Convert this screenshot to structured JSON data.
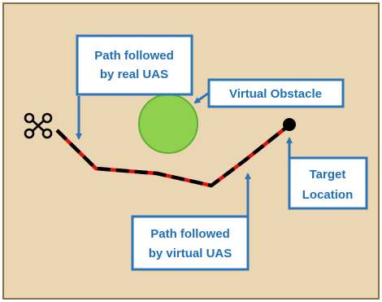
{
  "diagram": {
    "background_color": "#ead6b2",
    "border_color": "#8a6e45",
    "callout_fill": "#ffffff",
    "callout_border": "#2e75b6",
    "callout_text_color": "#1f6fb5",
    "obstacle_fill": "#8fd14f",
    "obstacle_stroke": "#5fae2e",
    "path_colors": [
      "#000000",
      "#e01010"
    ],
    "uas_icon": "quadcopter-icon",
    "target_icon": "target-dot-icon"
  },
  "labels": {
    "real_path": [
      "Path followed",
      "by real UAS"
    ],
    "virtual_obstacle": [
      "Virtual Obstacle"
    ],
    "target": [
      "Target",
      "Location"
    ],
    "virtual_path": [
      "Path followed",
      "by virtual UAS"
    ]
  }
}
